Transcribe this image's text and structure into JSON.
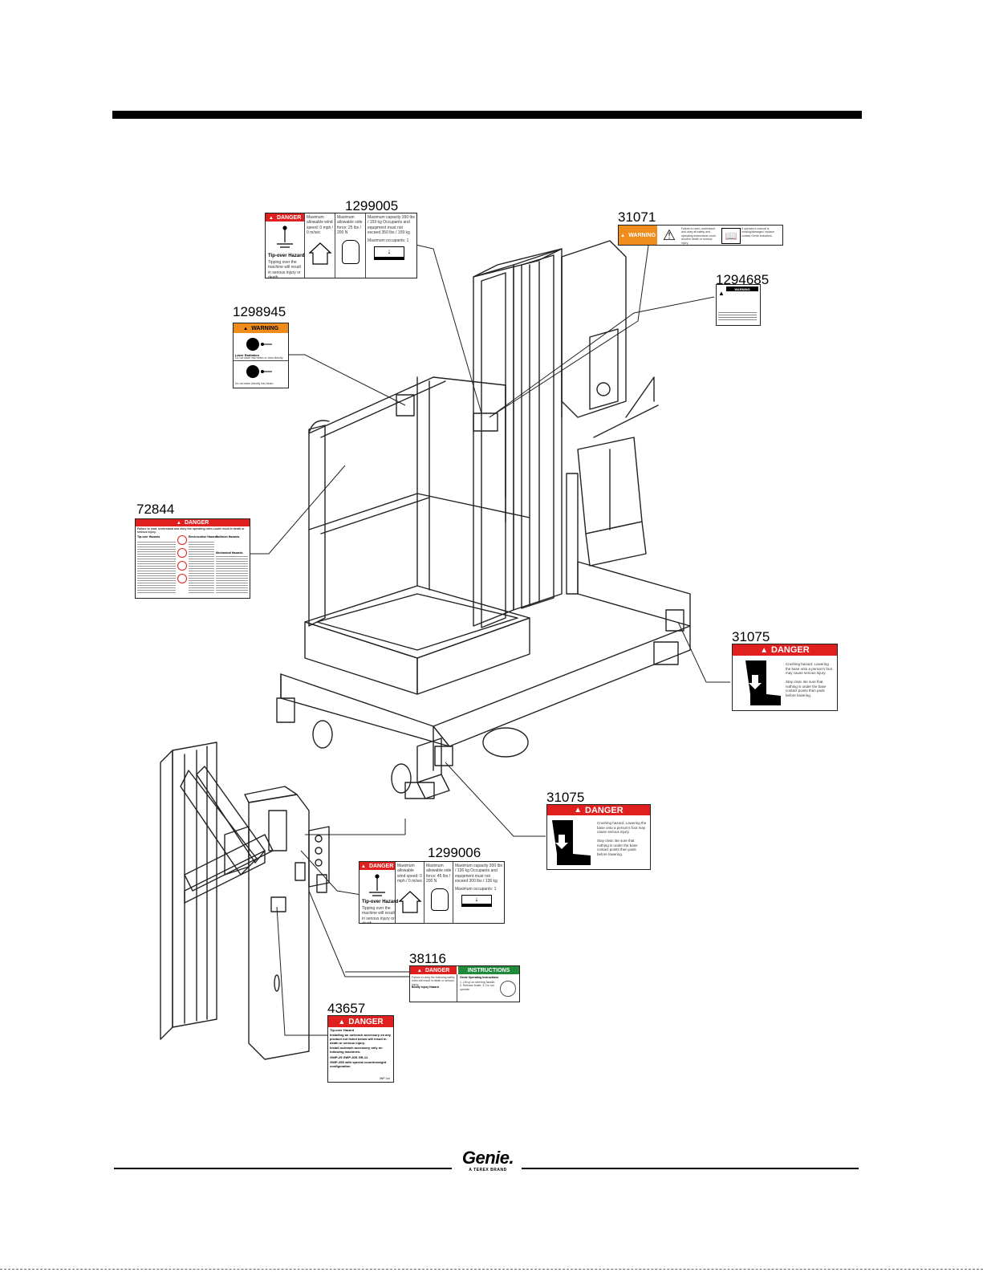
{
  "brand": {
    "logo_text": "Genie.",
    "logo_sub": "A TEREX BRAND"
  },
  "part_numbers": {
    "p1299005": "1299005",
    "p31071": "31071",
    "p1294685": "1294685",
    "p1298945": "1298945",
    "p72844": "72844",
    "p31075a": "31075",
    "p31075b": "31075",
    "p1299006": "1299006",
    "p38116": "38116",
    "p43657": "43657"
  },
  "decals": {
    "d1299005": {
      "header": "DANGER",
      "hazard": "Tip-over Hazard",
      "hazard_text": "Tipping over the machine will result in serious injury or death.",
      "col2": "Maximum allowable wind speed: 0 mph / 0 m/sec",
      "col3": "Maximum allowable side force: 25 lbs / 200 N",
      "col4": "Maximum capacity 350 lbs / 159 kg Occupants and equipment must not exceed 350 lbs / 159 kg",
      "occupants": "Maximum occupants: 1"
    },
    "d31071": {
      "header": "WARNING",
      "text1": "Failure to read, understand and obey all safety and operating instructions could result in death or serious injury.",
      "text2": "If operator's manual is missing/damaged, replace, contact Genie Industries."
    },
    "d1294685": {
      "header": "WARNING"
    },
    "d1298945": {
      "header": "WARNING",
      "label": "Laser Radiation",
      "text": "Do not stare into beam or view directly.",
      "caption": "Do not stare directly into beam."
    },
    "d72844": {
      "header": "DANGER",
      "intro": "Failure to read, understand and obey the operating rules could result in death or serious injury.",
      "col1_title": "Tip-over Hazards",
      "col2_title": "Electrocution Hazards",
      "col3_title": "Collision Hazards",
      "col4_title": "Mechanical Hazards"
    },
    "d31075a": {
      "header": "DANGER",
      "line1": "Crushing hazard. Lowering the base onto a person's foot may cause serious injury.",
      "line2": "Stay clear. Be sure that nothing is under the base contact points then pads before lowering."
    },
    "d31075b": {
      "header": "DANGER",
      "line1": "Crushing hazard. Lowering the base onto a person's foot may cause serious injury.",
      "line2": "Stay clear. Be sure that nothing is under the base contact points then pads before lowering."
    },
    "d1299006": {
      "header": "DANGER",
      "hazard": "Tip-over Hazard",
      "hazard_text": "Tipping over the machine will result in serious injury or death.",
      "col2": "Maximum allowable wind speed: 0 mph / 0 m/sec",
      "col3": "Maximum allowable side force: 45 lbs / 200 N",
      "col4": "Maximum capacity 300 lbs / 136 kg Occupants and equipment must not exceed 300 lbs / 136 kg",
      "occupants": "Maximum occupants: 1"
    },
    "d38116": {
      "header_left": "DANGER",
      "header_right": "INSTRUCTIONS",
      "left_text": "Failure to obey the following safety rules will result in death or serious injury.",
      "left_sub": "Bodily Injury Hazard",
      "right_title": "Genie Operating Instructions",
      "right_text": "1. Lift up on steering handle. 2. Release brake. 3. Do not operate."
    },
    "d43657": {
      "header": "DANGER",
      "line1": "Tip-over Hazard",
      "line2": "Installing an outreach accessory on any product not listed below will result in death or serious injury.",
      "line3": "Install outreach accessory only on following machines:",
      "models": "GWP-25   GWP-30S   GR-12",
      "line4": "GWP-25S with special counterweight configuration",
      "code": "IWP 1xx"
    }
  }
}
